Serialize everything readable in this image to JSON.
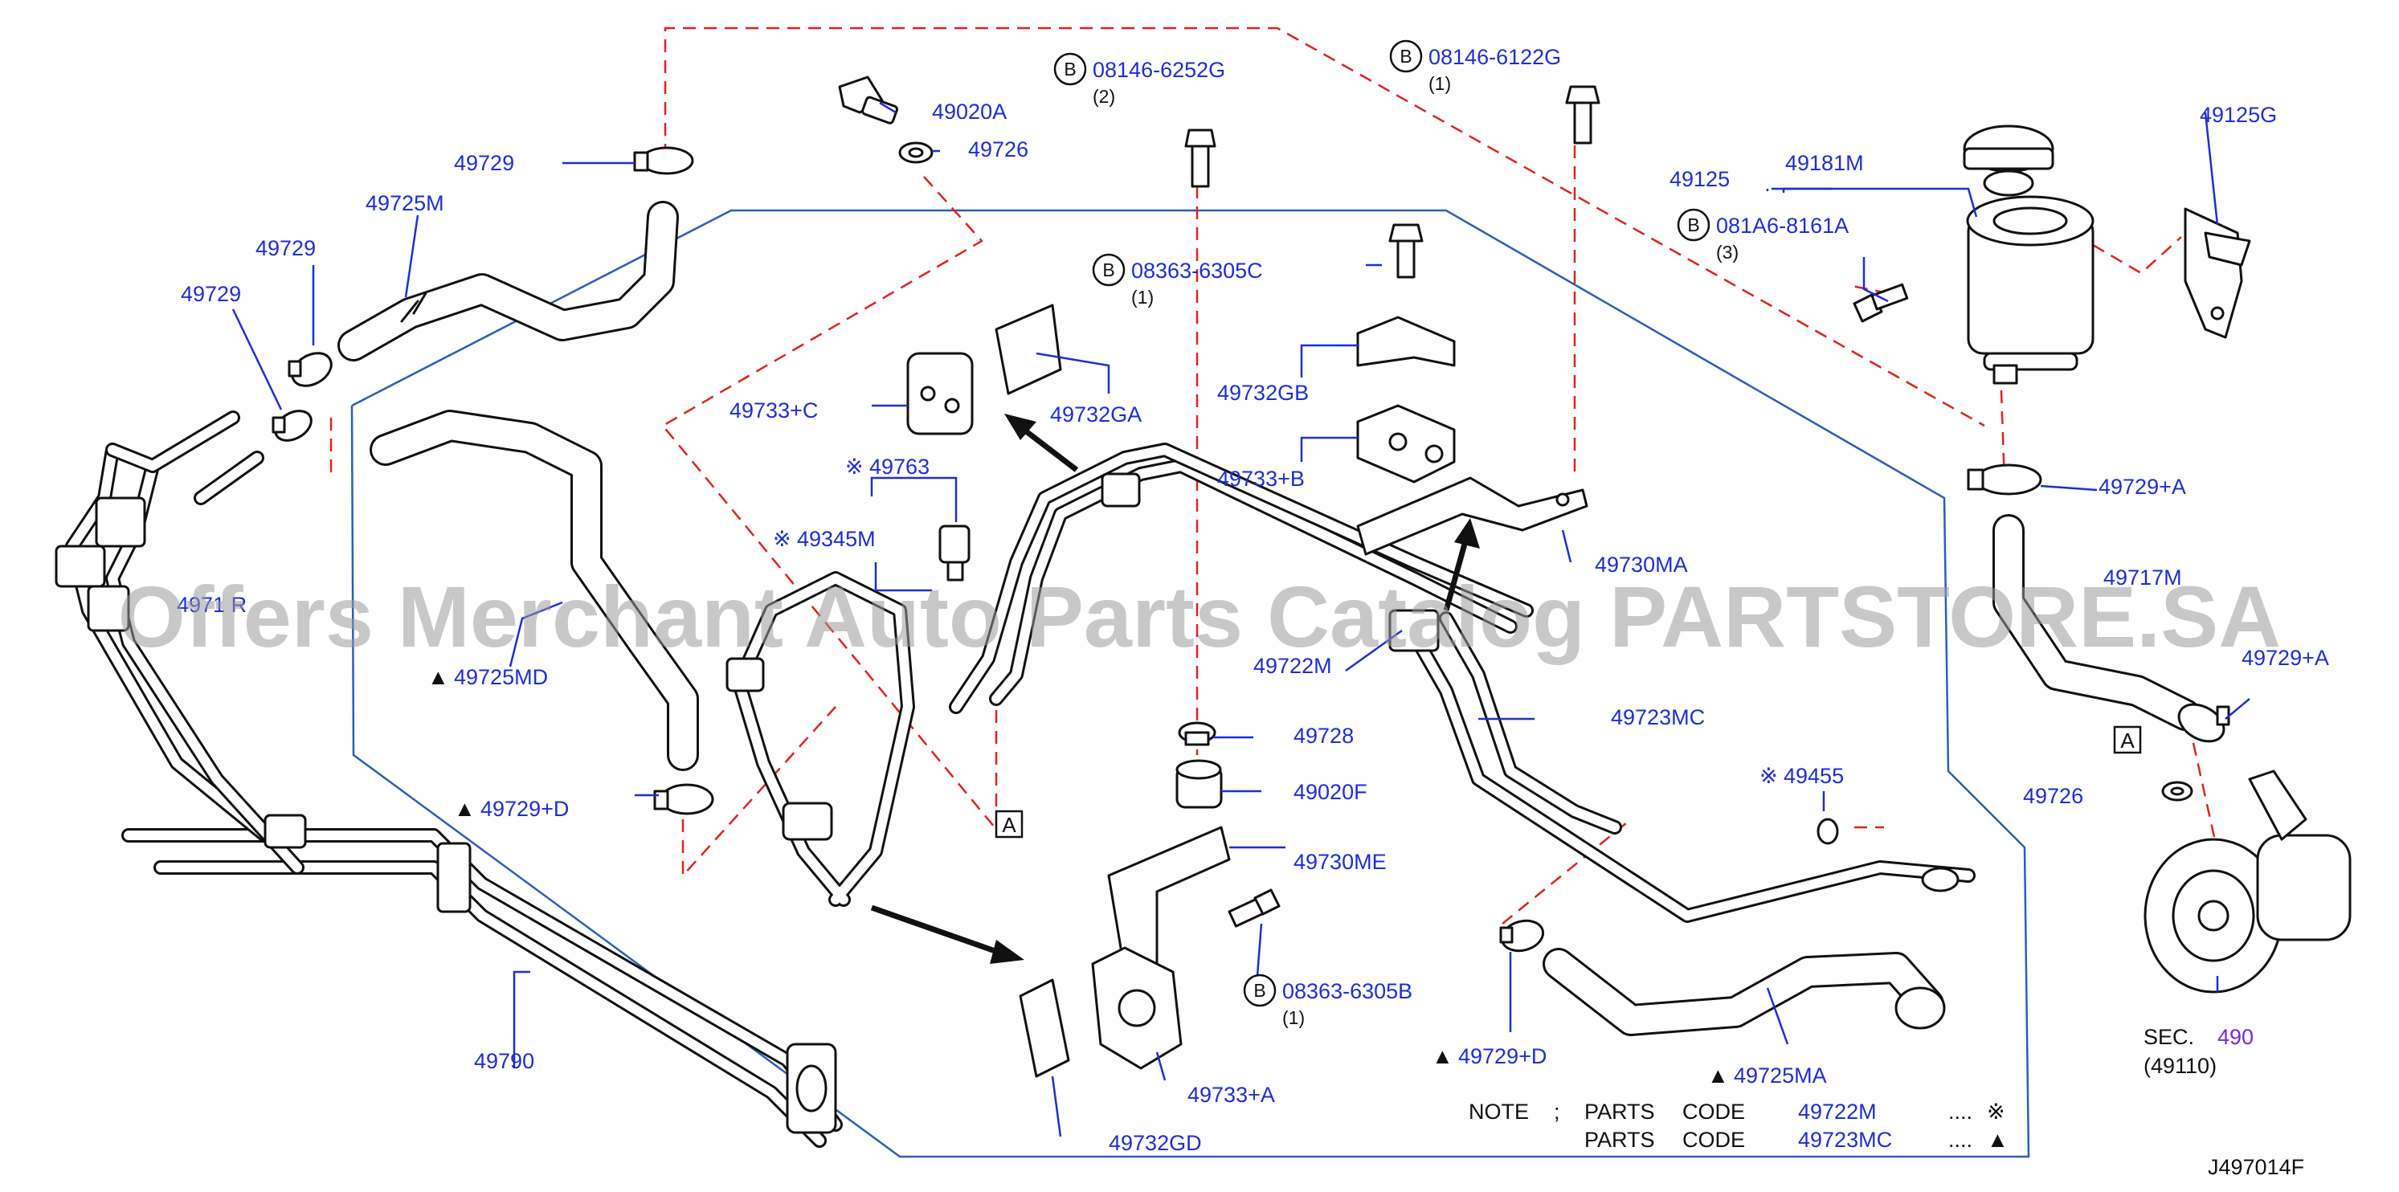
{
  "callouts": {
    "c49729_top": "49729",
    "c49725M": "49725M",
    "c49729_a": "49729",
    "c49729_b": "49729",
    "c49020A": "49020A",
    "c49726_top": "49726",
    "b08146_6252G": "08146-6252G",
    "b08146_6252G_qty": "(2)",
    "b08146_6122G": "08146-6122G",
    "b08146_6122G_qty": "(1)",
    "c49125G": "49125G",
    "c49125": "49125",
    "c49181M": "49181M",
    "b081A6_8161A": "081A6-8161A",
    "b081A6_8161A_qty": "(3)",
    "b08363_6305C": "08363-6305C",
    "b08363_6305C_qty": "(1)",
    "c49733C": "49733+C",
    "c49732GA": "49732GA",
    "c49732GB": "49732GB",
    "c49733B": "49733+B",
    "c49763": "49763",
    "c49345M": "49345M",
    "c49730MA": "49730MA",
    "c49729A_1": "49729+A",
    "c49717M": "49717M",
    "c49729A_2": "49729+A",
    "c49725MD": "49725MD",
    "c49722M": "49722M",
    "c49723MC": "49723MC",
    "c49728": "49728",
    "c49020F": "49020F",
    "c49455": "49455",
    "c49726_right": "49726",
    "c49729D_left": "49729+D",
    "c49730ME": "49730ME",
    "b08363_6305B": "08363-6305B",
    "b08363_6305B_qty": "(1)",
    "c49733A": "49733+A",
    "c49729D_bottom": "49729+D",
    "c49725MA": "49725MA",
    "c49790": "49790",
    "c49732GD": "49732GD",
    "sec_label": "SEC.",
    "sec_ref": "490",
    "sec_sub": "(49110)",
    "c49717R_partial": "4971 R"
  },
  "markers": {
    "bolt_letter": "B",
    "box_a": "A",
    "triangle": "▲",
    "kome": "※"
  },
  "note": {
    "label": "NOTE",
    "sep": ";",
    "row1_parts": "PARTS",
    "row1_code": "CODE",
    "row1_num": "49722M",
    "row1_dots": "....",
    "row1_symbol": "※",
    "row2_parts": "PARTS",
    "row2_code": "CODE",
    "row2_num": "49723MC",
    "row2_dots": "....",
    "row2_symbol": "▲"
  },
  "diagram_code": "J497014F",
  "watermark": "Offers Merchant Auto Parts Catalog PARTSTORE.SA",
  "colors": {
    "callout_text": "#1c2fd8",
    "dash_line": "#e2231a",
    "frame_line": "#2c5fb8",
    "watermark": "#9a9a9a"
  }
}
